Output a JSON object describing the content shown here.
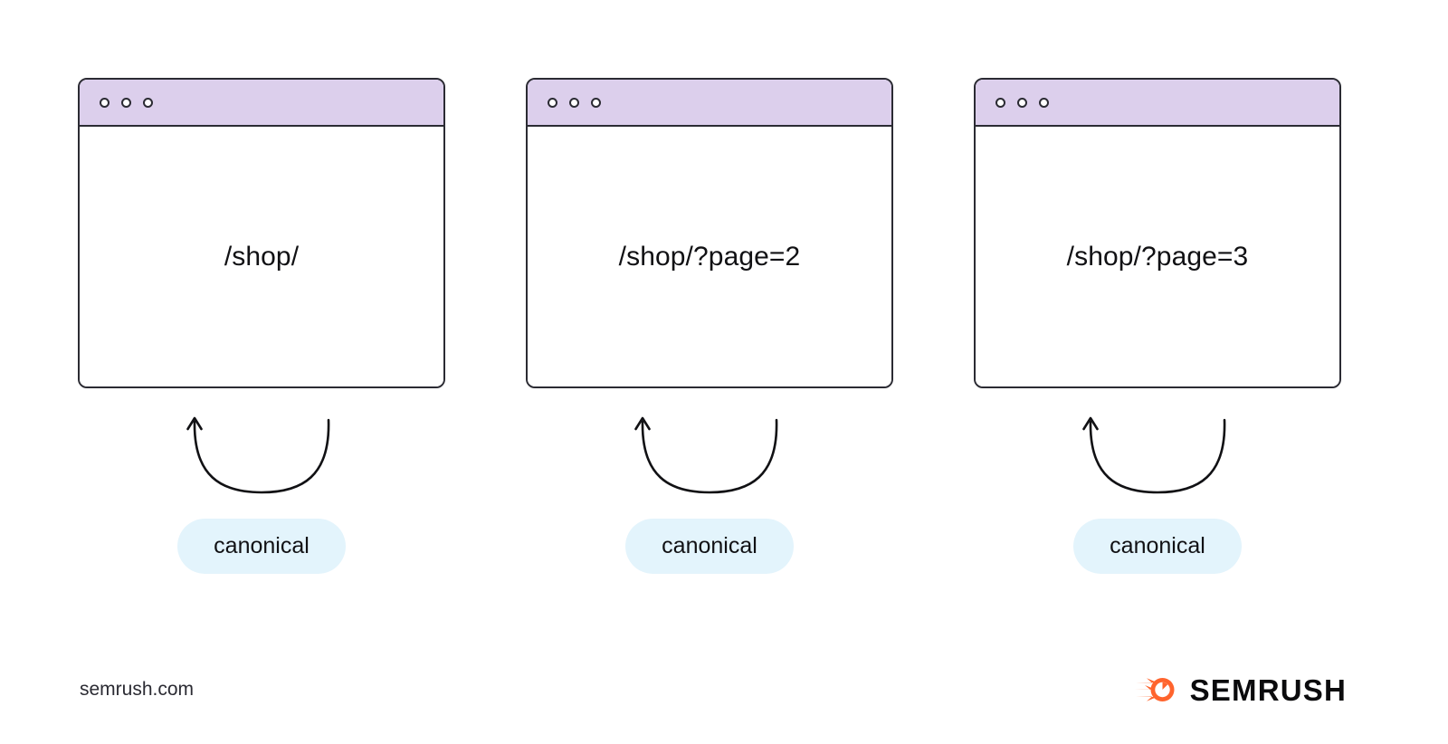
{
  "page": {
    "background_color": "#ffffff",
    "title_bar_color": "#dccfec",
    "pill_color": "#e3f4fc",
    "outline_color": "#2b2b33",
    "text_color": "#111114",
    "brand_accent_color": "#ff642d"
  },
  "windows": [
    {
      "url_label": "/shop/",
      "dots": [
        "window-dot",
        "window-dot",
        "window-dot"
      ],
      "arrow": {
        "name": "canonical-loop-arrow",
        "direction": "up"
      },
      "pill_label": "canonical"
    },
    {
      "url_label": "/shop/?page=2",
      "dots": [
        "window-dot",
        "window-dot",
        "window-dot"
      ],
      "arrow": {
        "name": "canonical-loop-arrow",
        "direction": "up"
      },
      "pill_label": "canonical"
    },
    {
      "url_label": "/shop/?page=3",
      "dots": [
        "window-dot",
        "window-dot",
        "window-dot"
      ],
      "arrow": {
        "name": "canonical-loop-arrow",
        "direction": "up"
      },
      "pill_label": "canonical"
    }
  ],
  "footer": {
    "source_url": "semrush.com",
    "brand_name": "SEMRUSH",
    "brand_icon": "semrush-comet-icon"
  }
}
